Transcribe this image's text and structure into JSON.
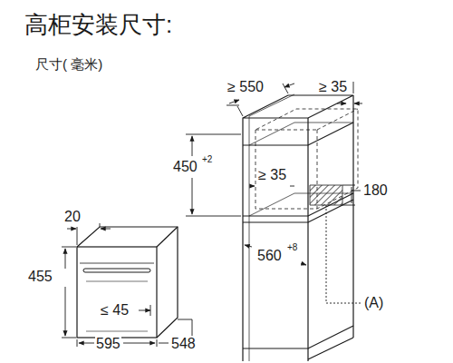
{
  "diagram": {
    "title": "高柜安装尺寸:",
    "labels": [
      "尺寸( 毫米)",
      "≥ 550",
      "≥ 35",
      "450",
      "+2",
      "≥ 35",
      "180",
      "560",
      "+8",
      "(A)",
      "20",
      "455",
      "≤ 45",
      "595",
      "548"
    ]
  }
}
